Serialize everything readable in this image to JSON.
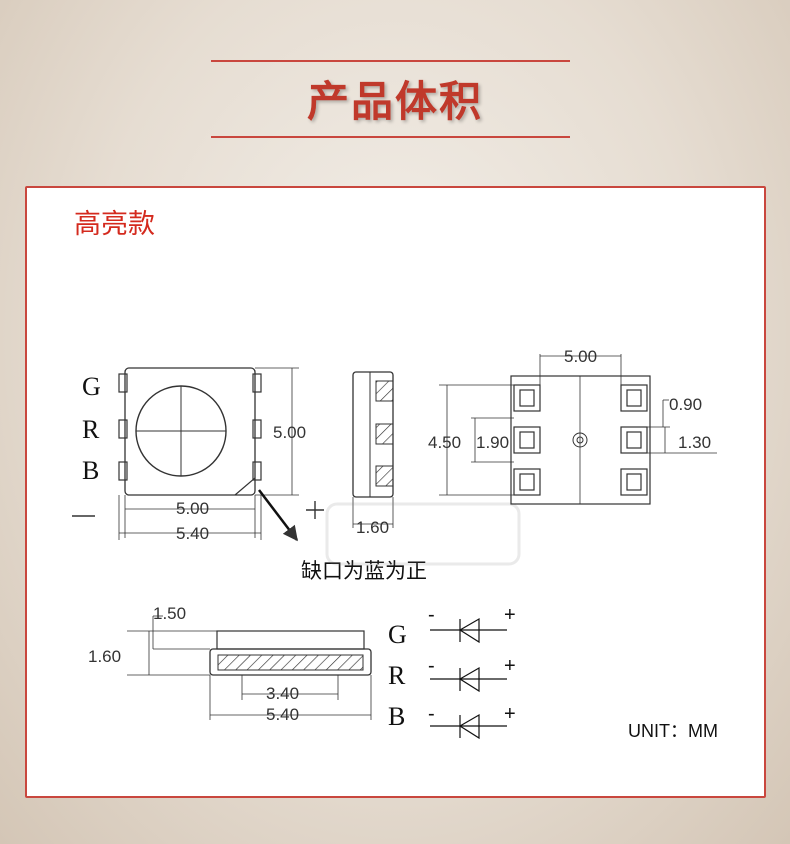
{
  "header": {
    "title": "产品体积"
  },
  "panel": {
    "variant_label": "高亮款"
  },
  "top_view": {
    "pins_left": [
      "G",
      "R",
      "B"
    ],
    "height_dim": "5.00",
    "inner_width_dim": "5.00",
    "outer_width_dim": "5.40",
    "notch_note": "缺口为蓝为正"
  },
  "side_view": {
    "width_dim": "1.60"
  },
  "footprint": {
    "top_dim": "5.00",
    "height_dim": "4.50",
    "pad_pitch_dim": "1.90",
    "pad_width_dim": "0.90",
    "pad_height_dim": "1.30"
  },
  "profile_view": {
    "top_dim": "1.50",
    "height_dim": "1.60",
    "inner_dim": "3.40",
    "outer_dim": "5.40"
  },
  "schematic": {
    "channels": [
      "G",
      "R",
      "B"
    ],
    "minus_sign": "-",
    "plus_sign": "+"
  },
  "units": "UNIT：MM",
  "colors": {
    "accent": "#c9473e",
    "title_red": "#c0392b",
    "label_red": "#d42a1e"
  }
}
